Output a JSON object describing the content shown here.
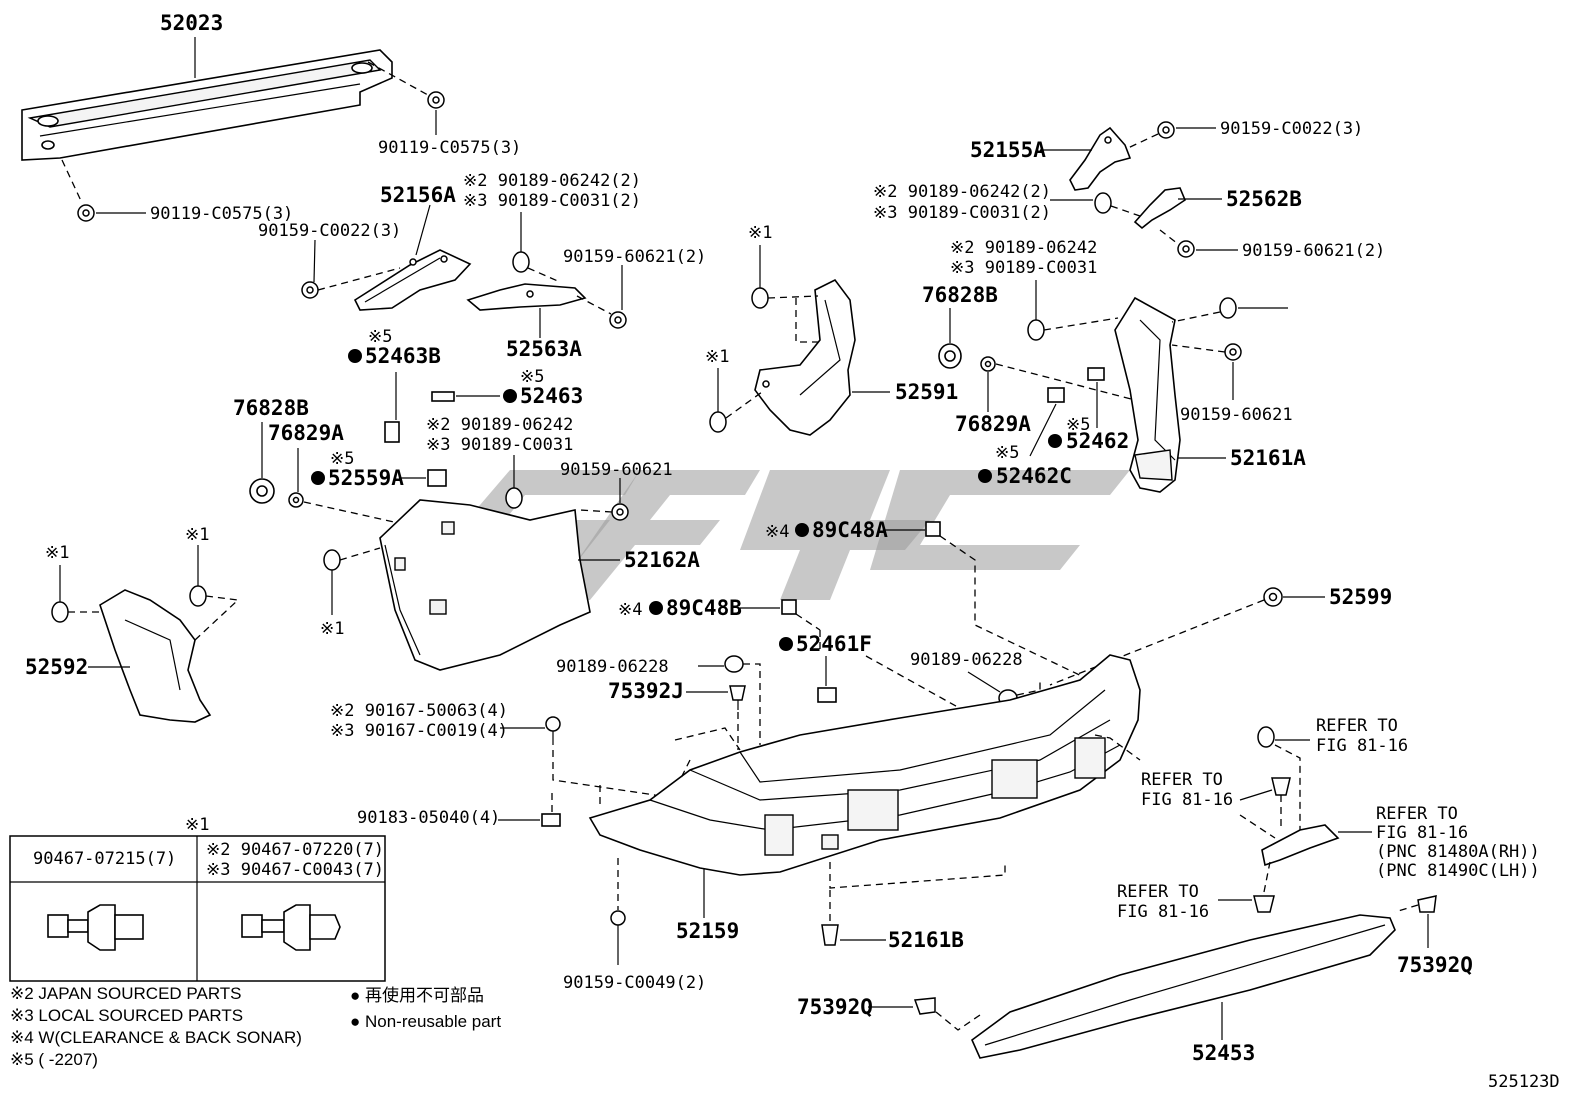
{
  "diagram_id": "525123D",
  "parts": [
    {
      "id": "p52023",
      "label": "52023"
    },
    {
      "id": "p90119a",
      "label": "90119-C0575(3)"
    },
    {
      "id": "p90119b",
      "label": "90119-C0575(3)"
    },
    {
      "id": "p52156A",
      "label": "52156A"
    },
    {
      "id": "p90159c22a",
      "label": "90159-C0022(3)"
    },
    {
      "id": "p90189a2",
      "label": "※2 90189-06242(2)"
    },
    {
      "id": "p90189a3",
      "label": "※3 90189-C0031(2)"
    },
    {
      "id": "p90159_60621a",
      "label": "90159-60621(2)"
    },
    {
      "id": "p52563A",
      "label": "52563A"
    },
    {
      "id": "p52463B",
      "label": "52463B"
    },
    {
      "id": "p52463B_note",
      "label": "※5"
    },
    {
      "id": "p52463",
      "label": "52463"
    },
    {
      "id": "p52463_note",
      "label": "※5"
    },
    {
      "id": "p90189b2",
      "label": "※2 90189-06242"
    },
    {
      "id": "p90189b3",
      "label": "※3 90189-C0031"
    },
    {
      "id": "p76828B_l",
      "label": "76828B"
    },
    {
      "id": "p76829A_l",
      "label": "76829A"
    },
    {
      "id": "p52559A",
      "label": "52559A"
    },
    {
      "id": "p52559A_note",
      "label": "※5"
    },
    {
      "id": "p90159_60621b",
      "label": "90159-60621"
    },
    {
      "id": "p52162A",
      "label": "52162A"
    },
    {
      "id": "p52592",
      "label": "52592"
    },
    {
      "id": "p52591",
      "label": "52591"
    },
    {
      "id": "p52155A",
      "label": "52155A"
    },
    {
      "id": "p90159c22b",
      "label": "90159-C0022(3)"
    },
    {
      "id": "p90189c2",
      "label": "※2 90189-06242(2)"
    },
    {
      "id": "p90189c3",
      "label": "※3 90189-C0031(2)"
    },
    {
      "id": "p52562B",
      "label": "52562B"
    },
    {
      "id": "p90159_60621c",
      "label": "90159-60621(2)"
    },
    {
      "id": "p90189d2",
      "label": "※2 90189-06242"
    },
    {
      "id": "p90189d3",
      "label": "※3 90189-C0031"
    },
    {
      "id": "p76828B_r",
      "label": "76828B"
    },
    {
      "id": "p76829A_r",
      "label": "76829A"
    },
    {
      "id": "p52462",
      "label": "52462"
    },
    {
      "id": "p52462_note",
      "label": "※5"
    },
    {
      "id": "p52462C",
      "label": "52462C"
    },
    {
      "id": "p52462C_note",
      "label": "※5"
    },
    {
      "id": "p90159_60621d",
      "label": "90159-60621"
    },
    {
      "id": "p52161A",
      "label": "52161A"
    },
    {
      "id": "p89C48A",
      "label": "89C48A"
    },
    {
      "id": "p89C48A_note",
      "label": "※4"
    },
    {
      "id": "p89C48B",
      "label": "89C48B"
    },
    {
      "id": "p89C48B_note",
      "label": "※4"
    },
    {
      "id": "p52461F",
      "label": "52461F"
    },
    {
      "id": "p90189_06228a",
      "label": "90189-06228"
    },
    {
      "id": "p90189_06228b",
      "label": "90189-06228"
    },
    {
      "id": "p75392J",
      "label": "75392J"
    },
    {
      "id": "p52599",
      "label": "52599"
    },
    {
      "id": "p90167a",
      "label": "※2 90167-50063(4)"
    },
    {
      "id": "p90167b",
      "label": "※3 90167-C0019(4)"
    },
    {
      "id": "p90183",
      "label": "90183-05040(4)"
    },
    {
      "id": "p52159",
      "label": "52159"
    },
    {
      "id": "p90159c49",
      "label": "90159-C0049(2)"
    },
    {
      "id": "p52161B",
      "label": "52161B"
    },
    {
      "id": "p75392Q_l",
      "label": "75392Q"
    },
    {
      "id": "p75392Q_r",
      "label": "75392Q"
    },
    {
      "id": "p52453",
      "label": "52453"
    },
    {
      "id": "p_note1a",
      "label": "※1"
    },
    {
      "id": "p_note1b",
      "label": "※1"
    },
    {
      "id": "p_note1c",
      "label": "※1"
    },
    {
      "id": "p_note1d",
      "label": "※1"
    },
    {
      "id": "p_note1e",
      "label": "※1"
    },
    {
      "id": "p_note1f",
      "label": "※1"
    }
  ],
  "refs": [
    {
      "line1": "REFER TO",
      "line2": "FIG 81-16"
    },
    {
      "line1": "REFER TO",
      "line2": "FIG 81-16"
    },
    {
      "line1": "REFER TO",
      "line2": "FIG 81-16",
      "line3": "(PNC 81480A(RH))",
      "line4": "(PNC 81490C(LH))"
    },
    {
      "line1": "REFER TO",
      "line2": "FIG 81-16"
    }
  ],
  "clip_table": {
    "note": "※1",
    "col1": "90467-07215(7)",
    "col2a": "※2 90467-07220(7)",
    "col2b": "※3 90467-C0043(7)"
  },
  "footnotes": [
    "※2 JAPAN SOURCED PARTS",
    "※3 LOCAL SOURCED PARTS",
    "※4 W(CLEARANCE & BACK SONAR)",
    "※5 (        -2207)"
  ],
  "legend": [
    "● 再使用不可部品",
    "● Non-reusable part"
  ]
}
